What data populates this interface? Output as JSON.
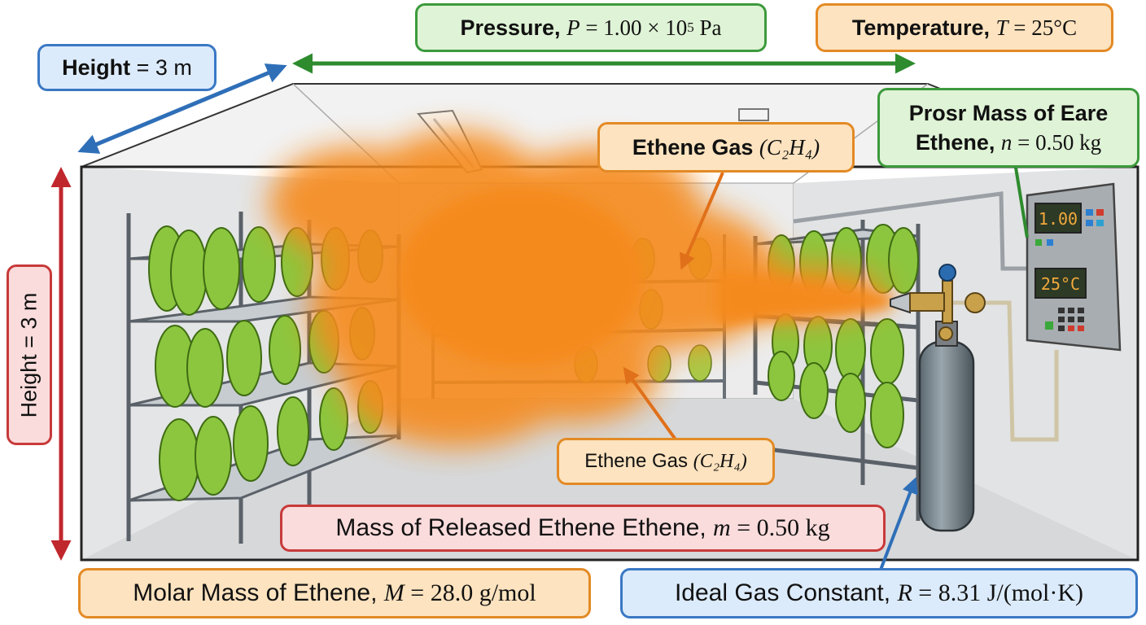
{
  "labels": {
    "pressure": {
      "name": "Pressure,",
      "sym": "P",
      "eq": " = ",
      "value": "1.00 × 10",
      "exp": "5",
      "unit": " Pa"
    },
    "temperature": {
      "name": "Temperature,",
      "sym": "T",
      "eq": " = ",
      "value": "25°C"
    },
    "height_top": {
      "name": "Height",
      "rest": " = 3 m"
    },
    "height_side": {
      "text": "Height = 3 m"
    },
    "mass_box": {
      "line1": "Prosr Mass of Eare",
      "name": "Ethene,",
      "sym": "n",
      "eq": " = ",
      "value": "0.50 kg"
    },
    "ethene_upper": {
      "name": "Ethene Gas ",
      "formula": "(C₂H₄)"
    },
    "ethene_lower": {
      "name": "Ethene Gas ",
      "formula": "(C₂H₄)"
    },
    "released_mass": {
      "name": "Mass of Released Ethene Ethene, ",
      "sym": "m",
      "eq": " = ",
      "value": "0.50 kg"
    },
    "molar_mass": {
      "name": "Molar Mass of Ethene, ",
      "sym": "M",
      "eq": " = ",
      "value": "28.0 g/mol"
    },
    "gas_constant": {
      "name": "Ideal Gas Constant, ",
      "sym": "R",
      "eq": " = ",
      "value": "8.31 J/(mol·K)"
    }
  },
  "panel": {
    "display_top": "1.00",
    "display_bottom": "25°C"
  },
  "colors": {
    "gas": "#f58a1f",
    "banana": "#8cc63f",
    "wall": "#e6e7e8",
    "pressure_arrow": "#2e8b2e",
    "height_arrow_blue": "#2f6fb8",
    "height_arrow_red": "#c0272d"
  }
}
